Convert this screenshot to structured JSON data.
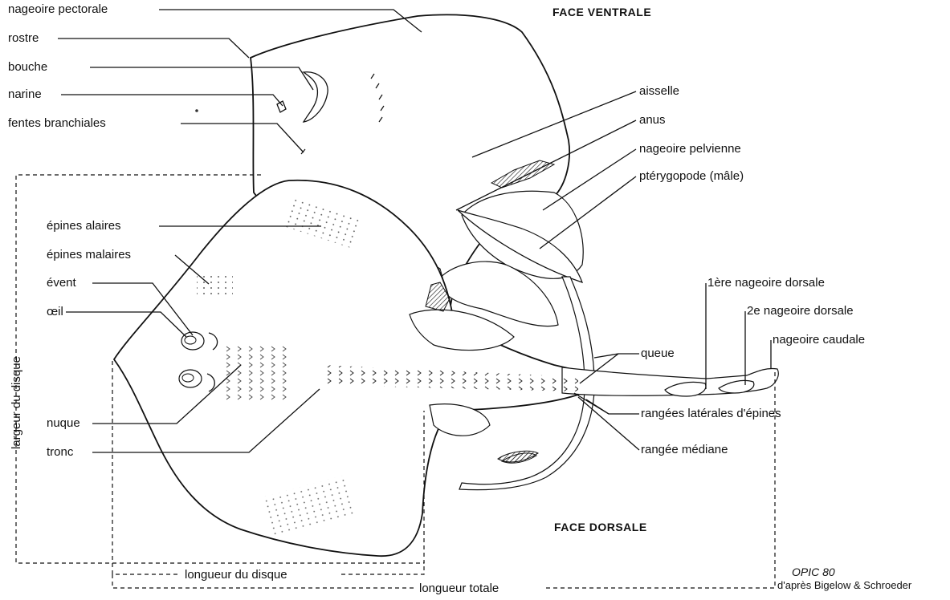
{
  "titles": {
    "ventral": "FACE VENTRALE",
    "dorsal": "FACE DORSALE"
  },
  "labels": {
    "nageoire_pectorale": "nageoire pectorale",
    "rostre": "rostre",
    "bouche": "bouche",
    "narine": "narine",
    "fentes_branchiales": "fentes branchiales",
    "aisselle": "aisselle",
    "anus": "anus",
    "nageoire_pelvienne": "nageoire pelvienne",
    "pterygopode": "ptérygopode (mâle)",
    "epines_alaires": "épines alaires",
    "epines_malaires": "épines malaires",
    "event": "évent",
    "oeil": "œil",
    "nuque": "nuque",
    "tronc": "tronc",
    "premiere_dorsale": "1ère nageoire dorsale",
    "deuxieme_dorsale": "2e nageoire dorsale",
    "caudale": "nageoire caudale",
    "queue": "queue",
    "rangees_laterales": "rangées latérales d'épines",
    "rangee_mediane": "rangée médiane"
  },
  "measures": {
    "largeur_disque": "largeur du disque",
    "longueur_disque": "longueur du disque",
    "longueur_totale": "longueur totale"
  },
  "credits": {
    "signature": "OPIC 80",
    "source": "d'après Bigelow & Schroeder"
  }
}
